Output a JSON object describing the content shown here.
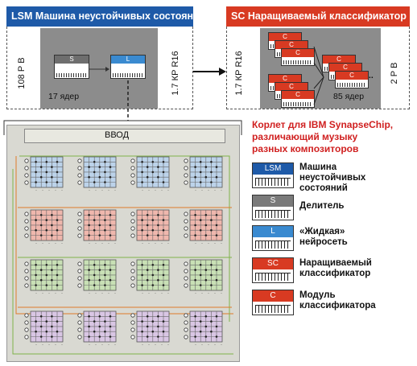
{
  "lsm_panel": {
    "title": "LSM Машина неустойчивых состояний",
    "title_color": "#1e5aa8",
    "left_label": "108 Р В",
    "right_label": "1.7 КР R16",
    "core_count": "17 ядер",
    "chip_s": "S",
    "chip_l": "L"
  },
  "sc_panel": {
    "title": "SC Наращиваемый классификатор",
    "title_color": "#d83a22",
    "left_label": "1.7 КР R16",
    "right_label": "2 Р В",
    "core_count": "85 ядер",
    "chip_c": "C",
    "ellipsis": "..."
  },
  "input_panel": {
    "label": "ВВОД",
    "row_colors": [
      "#bcd3ea",
      "#efb7ad",
      "#c8e0b5",
      "#d9c6e4"
    ]
  },
  "caption": {
    "line1": "Корлет для IBM SynapseChip,",
    "line2": "различающий музыку",
    "line3": "разных композиторов",
    "color": "#d02020"
  },
  "legend": [
    {
      "badge": "LSM",
      "color": "#1e5aa8",
      "label": "Машина неустойчивых состояний"
    },
    {
      "badge": "S",
      "color": "#7a7a7a",
      "label": "Делитель"
    },
    {
      "badge": "L",
      "color": "#3a8ad0",
      "label": "«Жидкая» нейросеть"
    },
    {
      "badge": "SC",
      "color": "#d83a22",
      "label": "Наращиваемый классификатор"
    },
    {
      "badge": "C",
      "color": "#d83a22",
      "label": "Модуль классификатора"
    }
  ]
}
